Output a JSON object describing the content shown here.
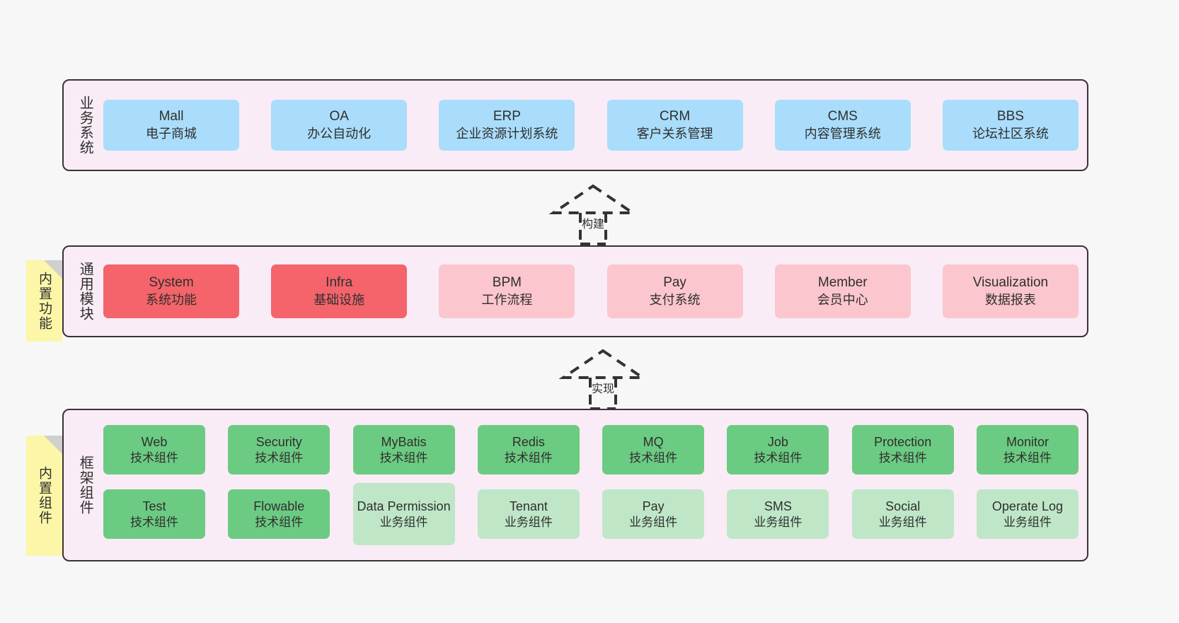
{
  "diagram": {
    "background_color": "#f7f7f7",
    "panel_color": "#f9ecf6",
    "panel_border_color": "#3a3238",
    "note_color": "#fcf6a8"
  },
  "layers": {
    "business": {
      "title": "业务系统",
      "card_color": "#aaddfb",
      "cards": [
        {
          "en": "Mall",
          "cn": "电子商城"
        },
        {
          "en": "OA",
          "cn": "办公自动化"
        },
        {
          "en": "ERP",
          "cn": "企业资源计划系统"
        },
        {
          "en": "CRM",
          "cn": "客户关系管理"
        },
        {
          "en": "CMS",
          "cn": "内容管理系统"
        },
        {
          "en": "BBS",
          "cn": "论坛社区系统"
        }
      ]
    },
    "modules": {
      "title": "通用模块",
      "note": "内置功能",
      "card_color_primary": "#f4646a",
      "card_color_secondary": "#fbc6cd",
      "cards": [
        {
          "en": "System",
          "cn": "系统功能",
          "style": "red"
        },
        {
          "en": "Infra",
          "cn": "基础设施",
          "style": "red"
        },
        {
          "en": "BPM",
          "cn": "工作流程",
          "style": "pink"
        },
        {
          "en": "Pay",
          "cn": "支付系统",
          "style": "pink"
        },
        {
          "en": "Member",
          "cn": "会员中心",
          "style": "pink"
        },
        {
          "en": "Visualization",
          "cn": "数据报表",
          "style": "pink"
        }
      ]
    },
    "framework": {
      "title": "框架组件",
      "note": "内置组件",
      "card_color_tech": "#6ccb82",
      "card_color_biz": "#bfe7c7",
      "row1": [
        {
          "en": "Web",
          "cn": "技术组件",
          "style": "green"
        },
        {
          "en": "Security",
          "cn": "技术组件",
          "style": "green"
        },
        {
          "en": "MyBatis",
          "cn": "技术组件",
          "style": "green"
        },
        {
          "en": "Redis",
          "cn": "技术组件",
          "style": "green"
        },
        {
          "en": "MQ",
          "cn": "技术组件",
          "style": "green"
        },
        {
          "en": "Job",
          "cn": "技术组件",
          "style": "green"
        },
        {
          "en": "Protection",
          "cn": "技术组件",
          "style": "green"
        },
        {
          "en": "Monitor",
          "cn": "技术组件",
          "style": "green"
        }
      ],
      "row2": [
        {
          "en": "Test",
          "cn": "技术组件",
          "style": "green"
        },
        {
          "en": "Flowable",
          "cn": "技术组件",
          "style": "green"
        },
        {
          "en": "Data Permission",
          "cn": "业务组件",
          "style": "lightgreen",
          "tall": true
        },
        {
          "en": "Tenant",
          "cn": "业务组件",
          "style": "lightgreen"
        },
        {
          "en": "Pay",
          "cn": "业务组件",
          "style": "lightgreen"
        },
        {
          "en": "SMS",
          "cn": "业务组件",
          "style": "lightgreen"
        },
        {
          "en": "Social",
          "cn": "业务组件",
          "style": "lightgreen"
        },
        {
          "en": "Operate Log",
          "cn": "业务组件",
          "style": "lightgreen"
        }
      ]
    }
  },
  "arrows": [
    {
      "label": "构建",
      "from": "通用模块",
      "to": "业务系统"
    },
    {
      "label": "实现",
      "from": "框架组件",
      "to": "通用模块"
    }
  ]
}
